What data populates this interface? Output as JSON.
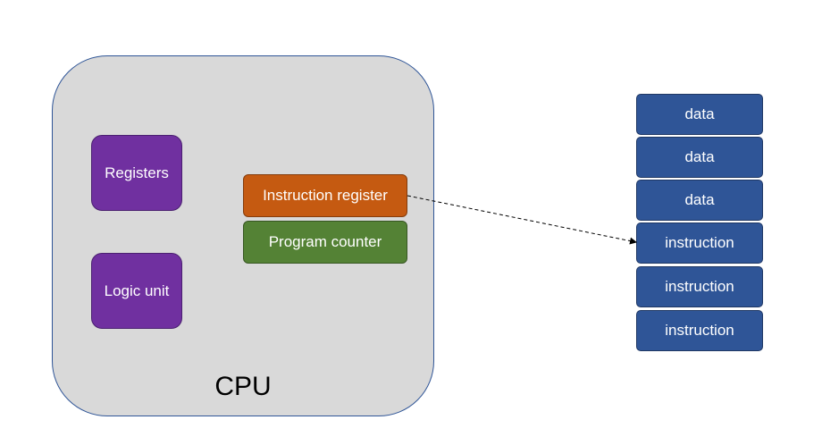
{
  "cpu": {
    "label": "CPU",
    "components": {
      "registers": "Registers",
      "logic_unit": "Logic unit",
      "instruction_register": "Instruction register",
      "program_counter": "Program counter"
    }
  },
  "memory": [
    {
      "label": "data"
    },
    {
      "label": "data"
    },
    {
      "label": "data"
    },
    {
      "label": "instruction"
    },
    {
      "label": "instruction"
    },
    {
      "label": "instruction"
    }
  ],
  "colors": {
    "cpu_fill": "#d9d9d9",
    "cpu_border": "#2f5597",
    "registers": "#7030a0",
    "instruction_register": "#c55a11",
    "program_counter": "#548235",
    "memory_cell": "#2f5597"
  }
}
